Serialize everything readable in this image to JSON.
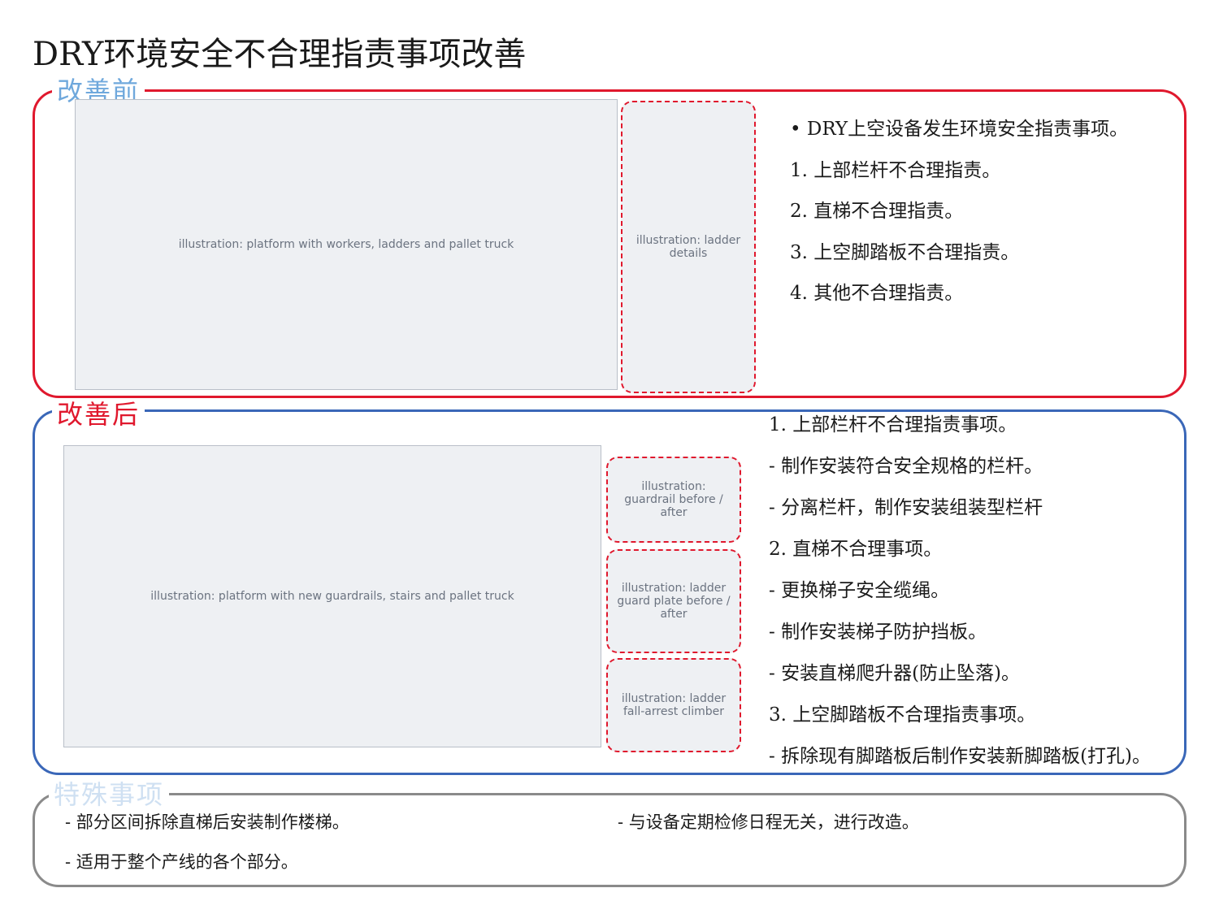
{
  "page": {
    "title": "DRY环境安全不合理指责事项改善"
  },
  "before": {
    "label": "改善前",
    "main_image": "illustration: platform with workers, ladders and pallet truck",
    "ladder_image": "illustration: ladder details",
    "points": [
      "•  DRY上空设备发生环境安全指责事项。",
      "1.   上部栏杆不合理指责。",
      "2.   直梯不合理指责。",
      "3.   上空脚踏板不合理指责。",
      "4.   其他不合理指责。"
    ]
  },
  "after": {
    "label": "改善后",
    "main_image": "illustration: platform with new guardrails, stairs and pallet truck",
    "detail_images": [
      "illustration: guardrail before / after",
      "illustration: ladder guard plate before / after",
      "illustration: ladder fall-arrest climber"
    ],
    "points": [
      "1.   上部栏杆不合理指责事项。",
      "-    制作安装符合安全规格的栏杆。",
      "-    分离栏杆，制作安装组装型栏杆",
      "2. 直梯不合理事项。",
      "-    更换梯子安全缆绳。",
      "-    制作安装梯子防护挡板。",
      "-    安装直梯爬升器(防止坠落)。",
      "3. 上空脚踏板不合理指责事项。",
      "- 拆除现有脚踏板后制作安装新脚踏板(打孔)。"
    ]
  },
  "special": {
    "label": "特殊事项",
    "items": [
      "-    部分区间拆除直梯后安装制作楼梯。",
      "-    适用于整个产线的各个部分。",
      "- 与设备定期检修日程无关，进行改造。"
    ]
  },
  "colors": {
    "before_border": "#e0182d",
    "after_border": "#3a67b8",
    "special_border": "#8a8a8a",
    "before_label": "#6fa8dc",
    "after_label": "#e0182d"
  }
}
